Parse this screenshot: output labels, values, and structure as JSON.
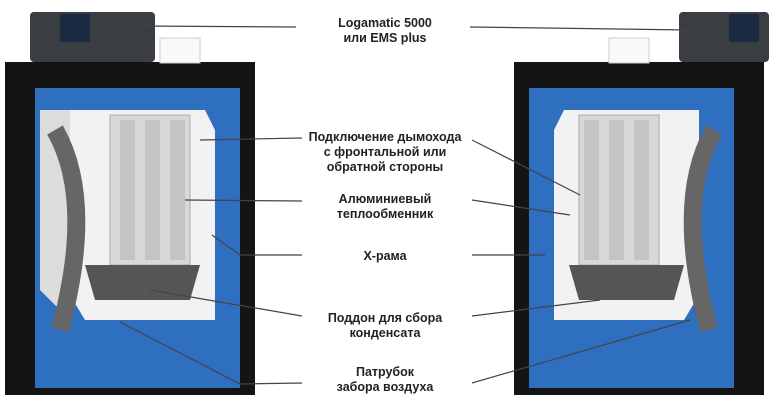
{
  "labels": {
    "controller": [
      "Logamatic 5000",
      "или EMS plus"
    ],
    "flue": [
      "Подключение дымохода",
      "с фронтальной или",
      "обратной стороны"
    ],
    "heat_exchanger": [
      "Алюминиевый",
      "теплообменник"
    ],
    "frame": [
      "X-рама"
    ],
    "condensate_pan": [
      "Поддон для сбора",
      "конденсата"
    ],
    "air_intake": [
      "Патрубок",
      "забора воздуха"
    ]
  },
  "colors": {
    "cabinet": "#111111",
    "frame_blue": "#2f6fc0",
    "controller": "#3a3d42",
    "interior": "#e8e8e8"
  }
}
